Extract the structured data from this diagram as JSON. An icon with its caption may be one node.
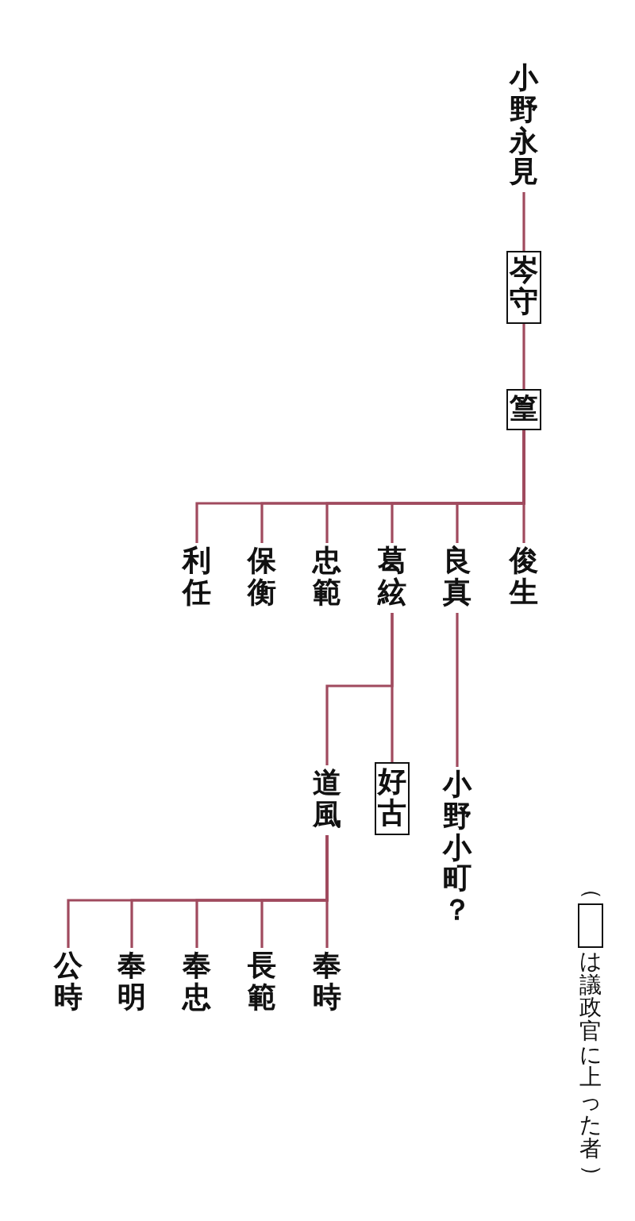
{
  "diagram": {
    "nodes": [
      {
        "text": [
          "小野永見"
        ]
      },
      {
        "text": [
          "岑守"
        ]
      },
      {
        "text": [
          "篁"
        ]
      },
      {
        "text": [
          "俊生"
        ]
      },
      {
        "text": [
          "良真"
        ]
      },
      {
        "text": [
          "葛絃"
        ]
      },
      {
        "text": [
          "忠範"
        ]
      },
      {
        "text": [
          "保衡"
        ]
      },
      {
        "text": [
          "利任"
        ]
      },
      {
        "text": [
          "小野小町？"
        ]
      },
      {
        "text": [
          "好古"
        ]
      },
      {
        "text": [
          "道風"
        ]
      },
      {
        "text": [
          "奉時"
        ]
      },
      {
        "text": [
          "長範"
        ]
      },
      {
        "text": [
          "奉忠"
        ]
      },
      {
        "text": [
          "奉明"
        ]
      },
      {
        "text": [
          "公時"
        ]
      }
    ],
    "edges": [
      {
        "from": 0,
        "to": 1,
        "arrow": "none"
      },
      {
        "from": 1,
        "to": 2,
        "arrow": "none"
      },
      {
        "from": 2,
        "to": 3,
        "arrow": "none"
      },
      {
        "from": 2,
        "to": 4,
        "arrow": "none"
      },
      {
        "from": 2,
        "to": 5,
        "arrow": "none"
      },
      {
        "from": 2,
        "to": 6,
        "arrow": "none"
      },
      {
        "from": 2,
        "to": 7,
        "arrow": "none"
      },
      {
        "from": 2,
        "to": 8,
        "arrow": "none"
      },
      {
        "from": 4,
        "to": 9,
        "arrow": "none"
      },
      {
        "from": 5,
        "to": 10,
        "arrow": "none"
      },
      {
        "from": 5,
        "to": 11,
        "arrow": "none"
      },
      {
        "from": 11,
        "to": 12,
        "arrow": "none"
      },
      {
        "from": 11,
        "to": 13,
        "arrow": "none"
      },
      {
        "from": 11,
        "to": 14,
        "arrow": "none"
      },
      {
        "from": 11,
        "to": 15,
        "arrow": "none"
      },
      {
        "from": 11,
        "to": 16,
        "arrow": "none"
      }
    ],
    "labels": [
      "（",
      "）"
    ],
    "legend": [
      {
        "text": "は議政官に上った者"
      }
    ]
  }
}
